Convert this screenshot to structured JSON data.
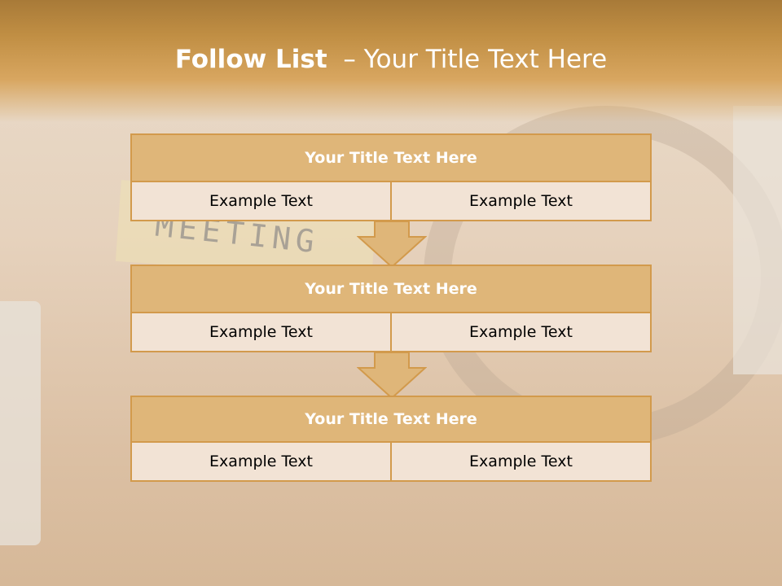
{
  "slide": {
    "title_bold": "Follow List",
    "title_rest": "  – Your Title Text Here"
  },
  "background_note": "MEETING",
  "blocks": [
    {
      "title": "Your Title Text Here",
      "left": "Example Text",
      "right": "Example Text"
    },
    {
      "title": "Your Title Text Here",
      "left": "Example Text",
      "right": "Example Text"
    },
    {
      "title": "Your Title Text Here",
      "left": "Example Text",
      "right": "Example Text"
    }
  ],
  "colors": {
    "accent": "#d29a4c",
    "title_fill": "#dfb679",
    "cell_fill": "#f2e3d5",
    "header_band": "#c18f44"
  }
}
